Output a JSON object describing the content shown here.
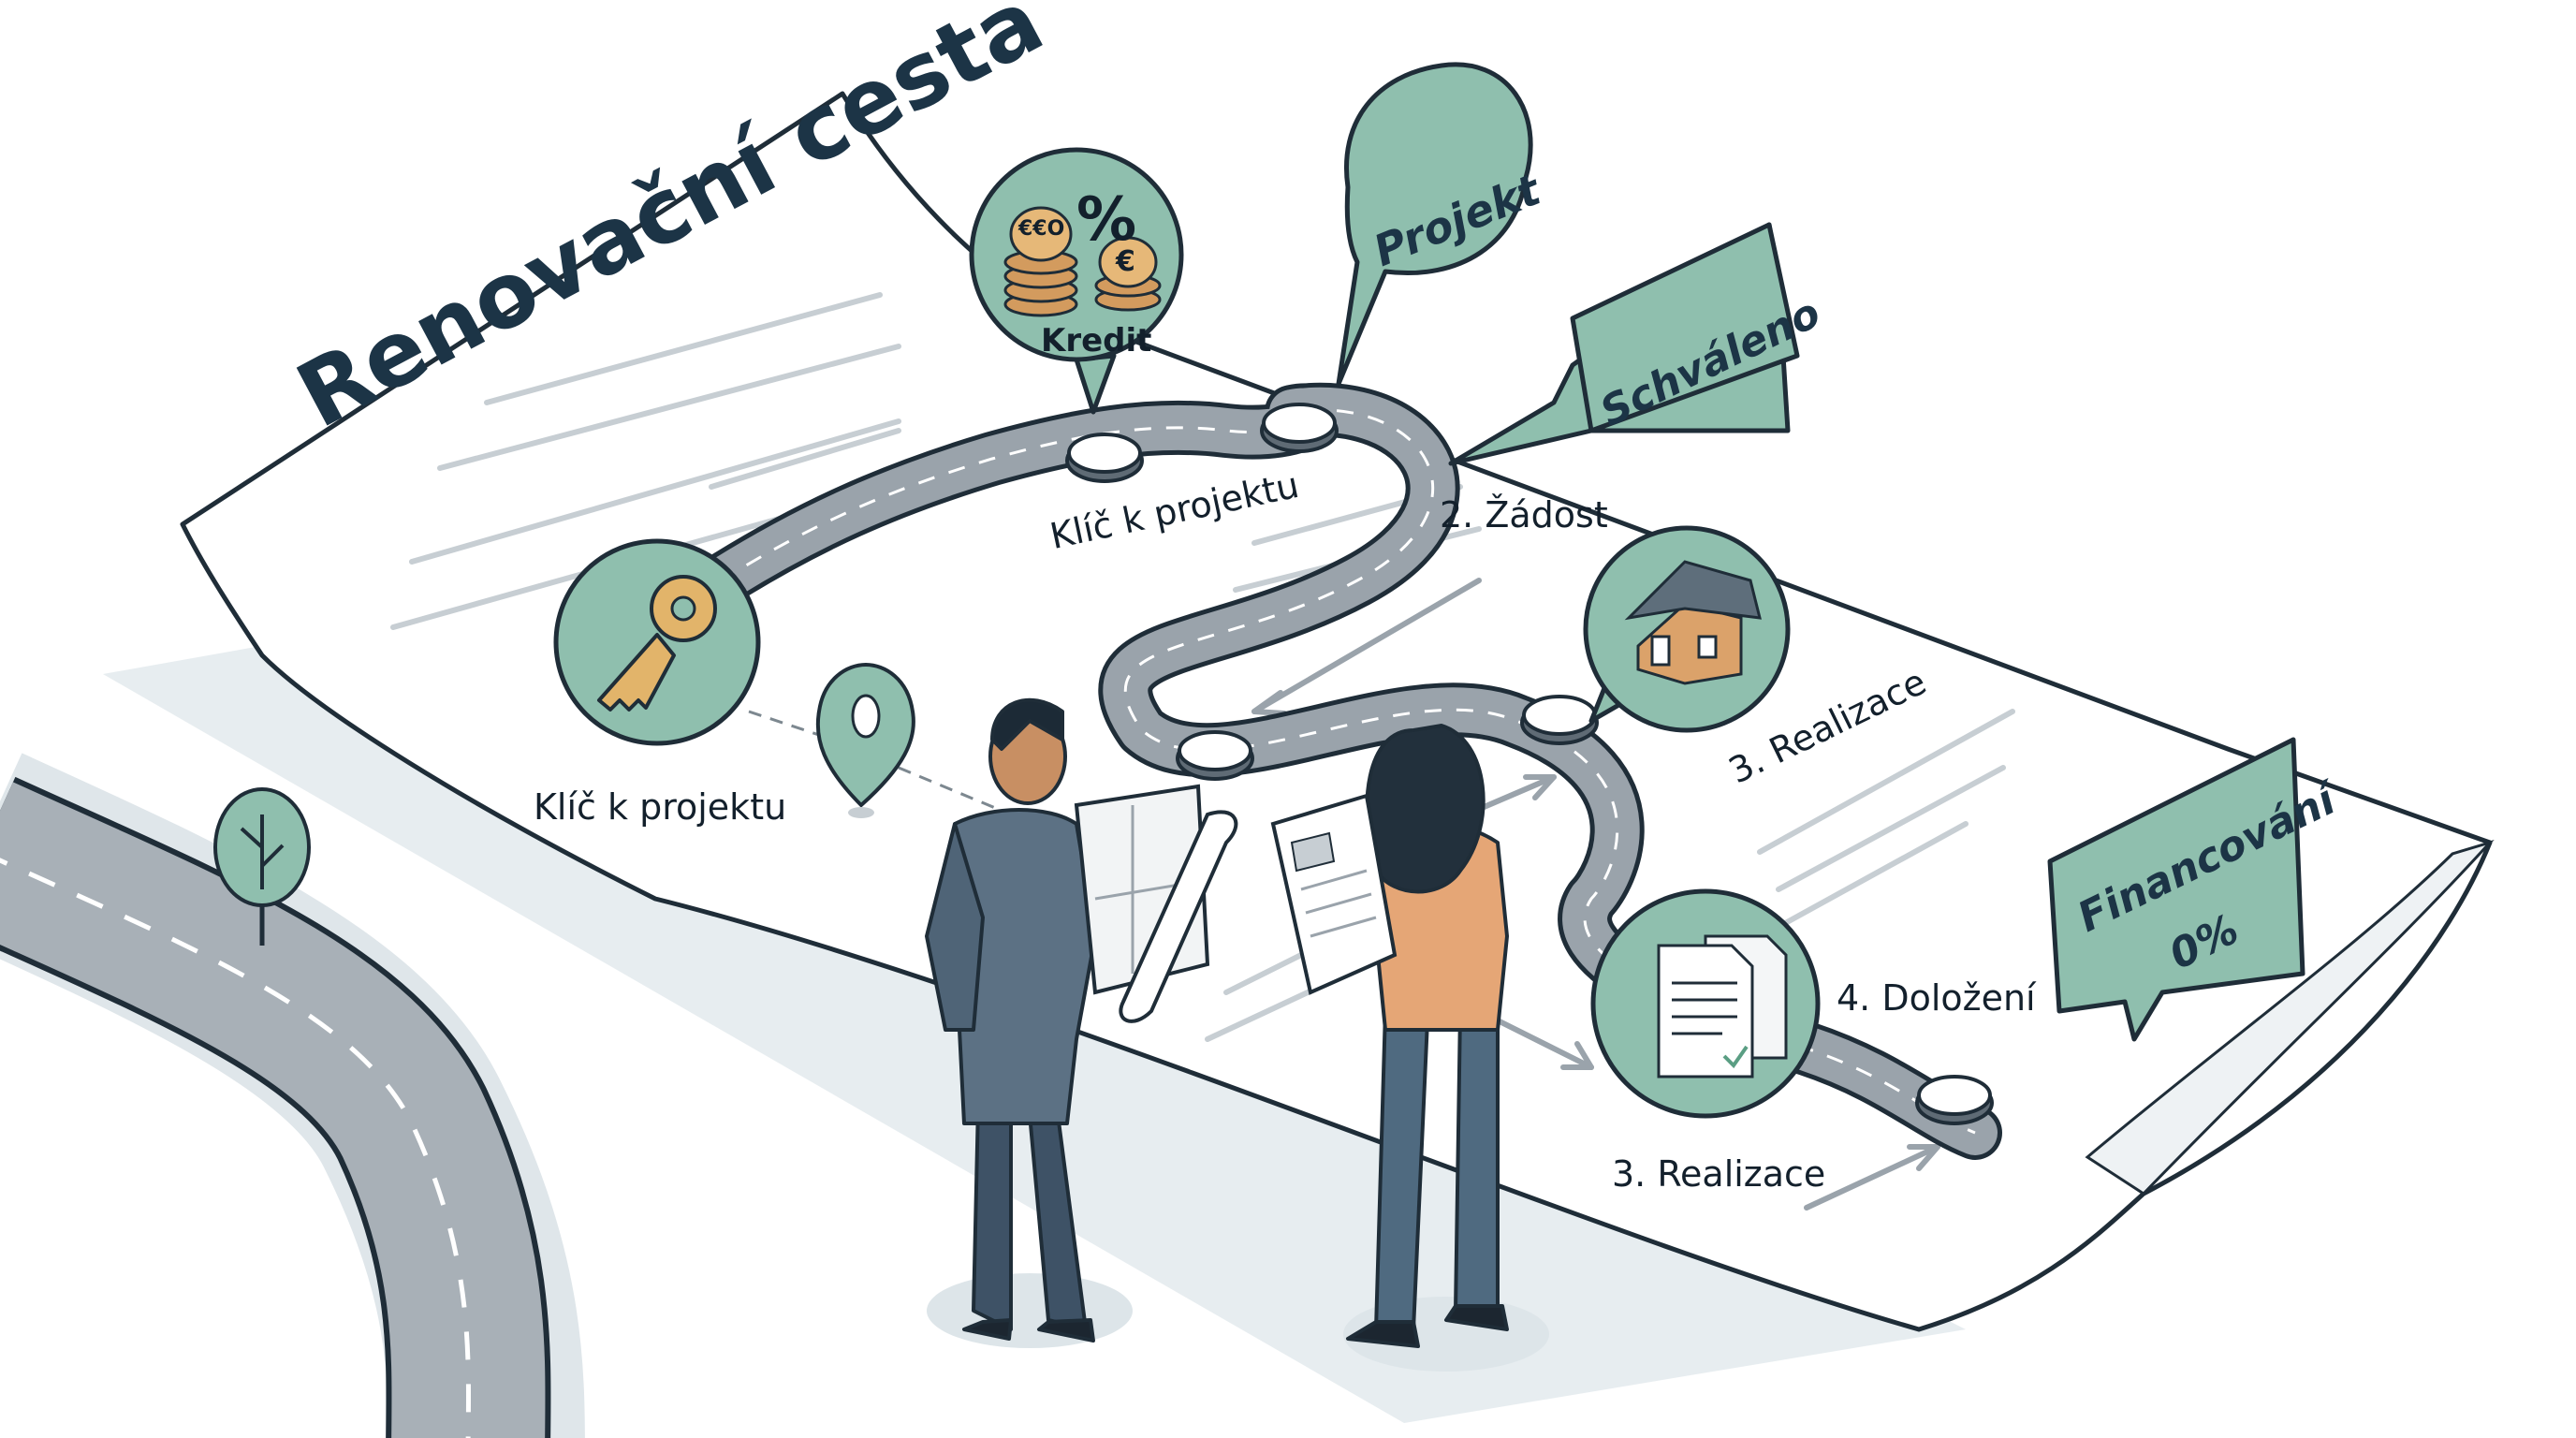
{
  "title": "Renovační cesta",
  "bubbles": {
    "kredit": "Kredit",
    "percent": "%",
    "coin_label_1": "€€O",
    "coin_label_2": "€",
    "projekt": "Projekt",
    "schvaleno": "Schváleno",
    "financovani_line1": "Financování",
    "financovani_line2": "0%"
  },
  "steps": {
    "klic_top": "Klíč k projektu",
    "klic_left": "Klíč k projektu",
    "zadost": "2. Žádost",
    "realizace_top": "3. Realizace",
    "dolozeni": "4. Doložení",
    "realizace_bottom": "3. Realizace"
  },
  "colors": {
    "teal_fill": "#8fbfae",
    "teal_light": "#cfe3da",
    "navy": "#1c3446",
    "road": "#9aa3ab",
    "paper": "#ffffff",
    "shadow": "#dfe6ea"
  },
  "icons": [
    "key-icon",
    "coins-icon",
    "house-icon",
    "documents-icon",
    "map-pin-icon",
    "tree-icon"
  ]
}
